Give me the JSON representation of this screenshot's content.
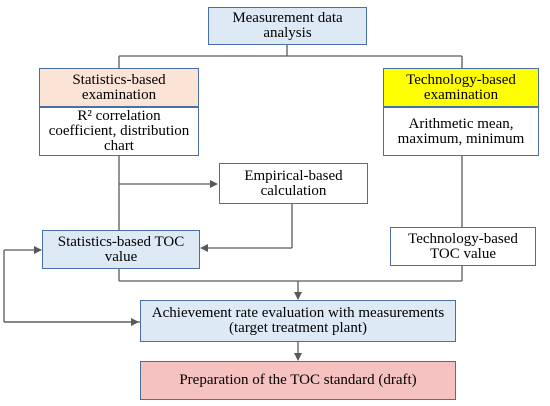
{
  "nodes": {
    "measurement": "Measurement data analysis",
    "stats_exam": "Statistics-based examination",
    "stats_detail": "R² correlation coefficient, distribution chart",
    "tech_exam": "Technology-based examination",
    "tech_detail": "Arithmetic mean, maximum, minimum",
    "empirical": "Empirical-based calculation",
    "stats_toc": "Statistics-based TOC value",
    "tech_toc": "Technology-based TOC value",
    "achievement": "Achievement rate evaluation with measurements (target treatment plant)",
    "preparation": "Preparation of the TOC standard (draft)"
  },
  "colors": {
    "line": "#595959",
    "border": "#4a6fa5",
    "blue_fill": "#dde9f5",
    "peach_fill": "#fbe3d6",
    "yellow_fill": "#ffff00",
    "pink_fill": "#f6c1c1"
  }
}
